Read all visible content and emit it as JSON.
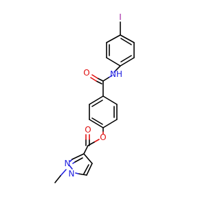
{
  "molecule": {
    "atoms": [
      {
        "label": "I",
        "color": "#a020a0"
      },
      {
        "label": "NH",
        "color": "#2020e0"
      },
      {
        "label": "O",
        "color": "#e01010"
      },
      {
        "label": "O",
        "color": "#e01010"
      },
      {
        "label": "O",
        "color": "#e01010"
      },
      {
        "label": "N",
        "color": "#2020e0"
      },
      {
        "label": "N",
        "color": "#2020e0"
      }
    ]
  },
  "colors": {
    "carbon_bond": "#000000",
    "oxygen": "#e01010",
    "nitrogen": "#2020e0",
    "iodine": "#a020a0"
  }
}
